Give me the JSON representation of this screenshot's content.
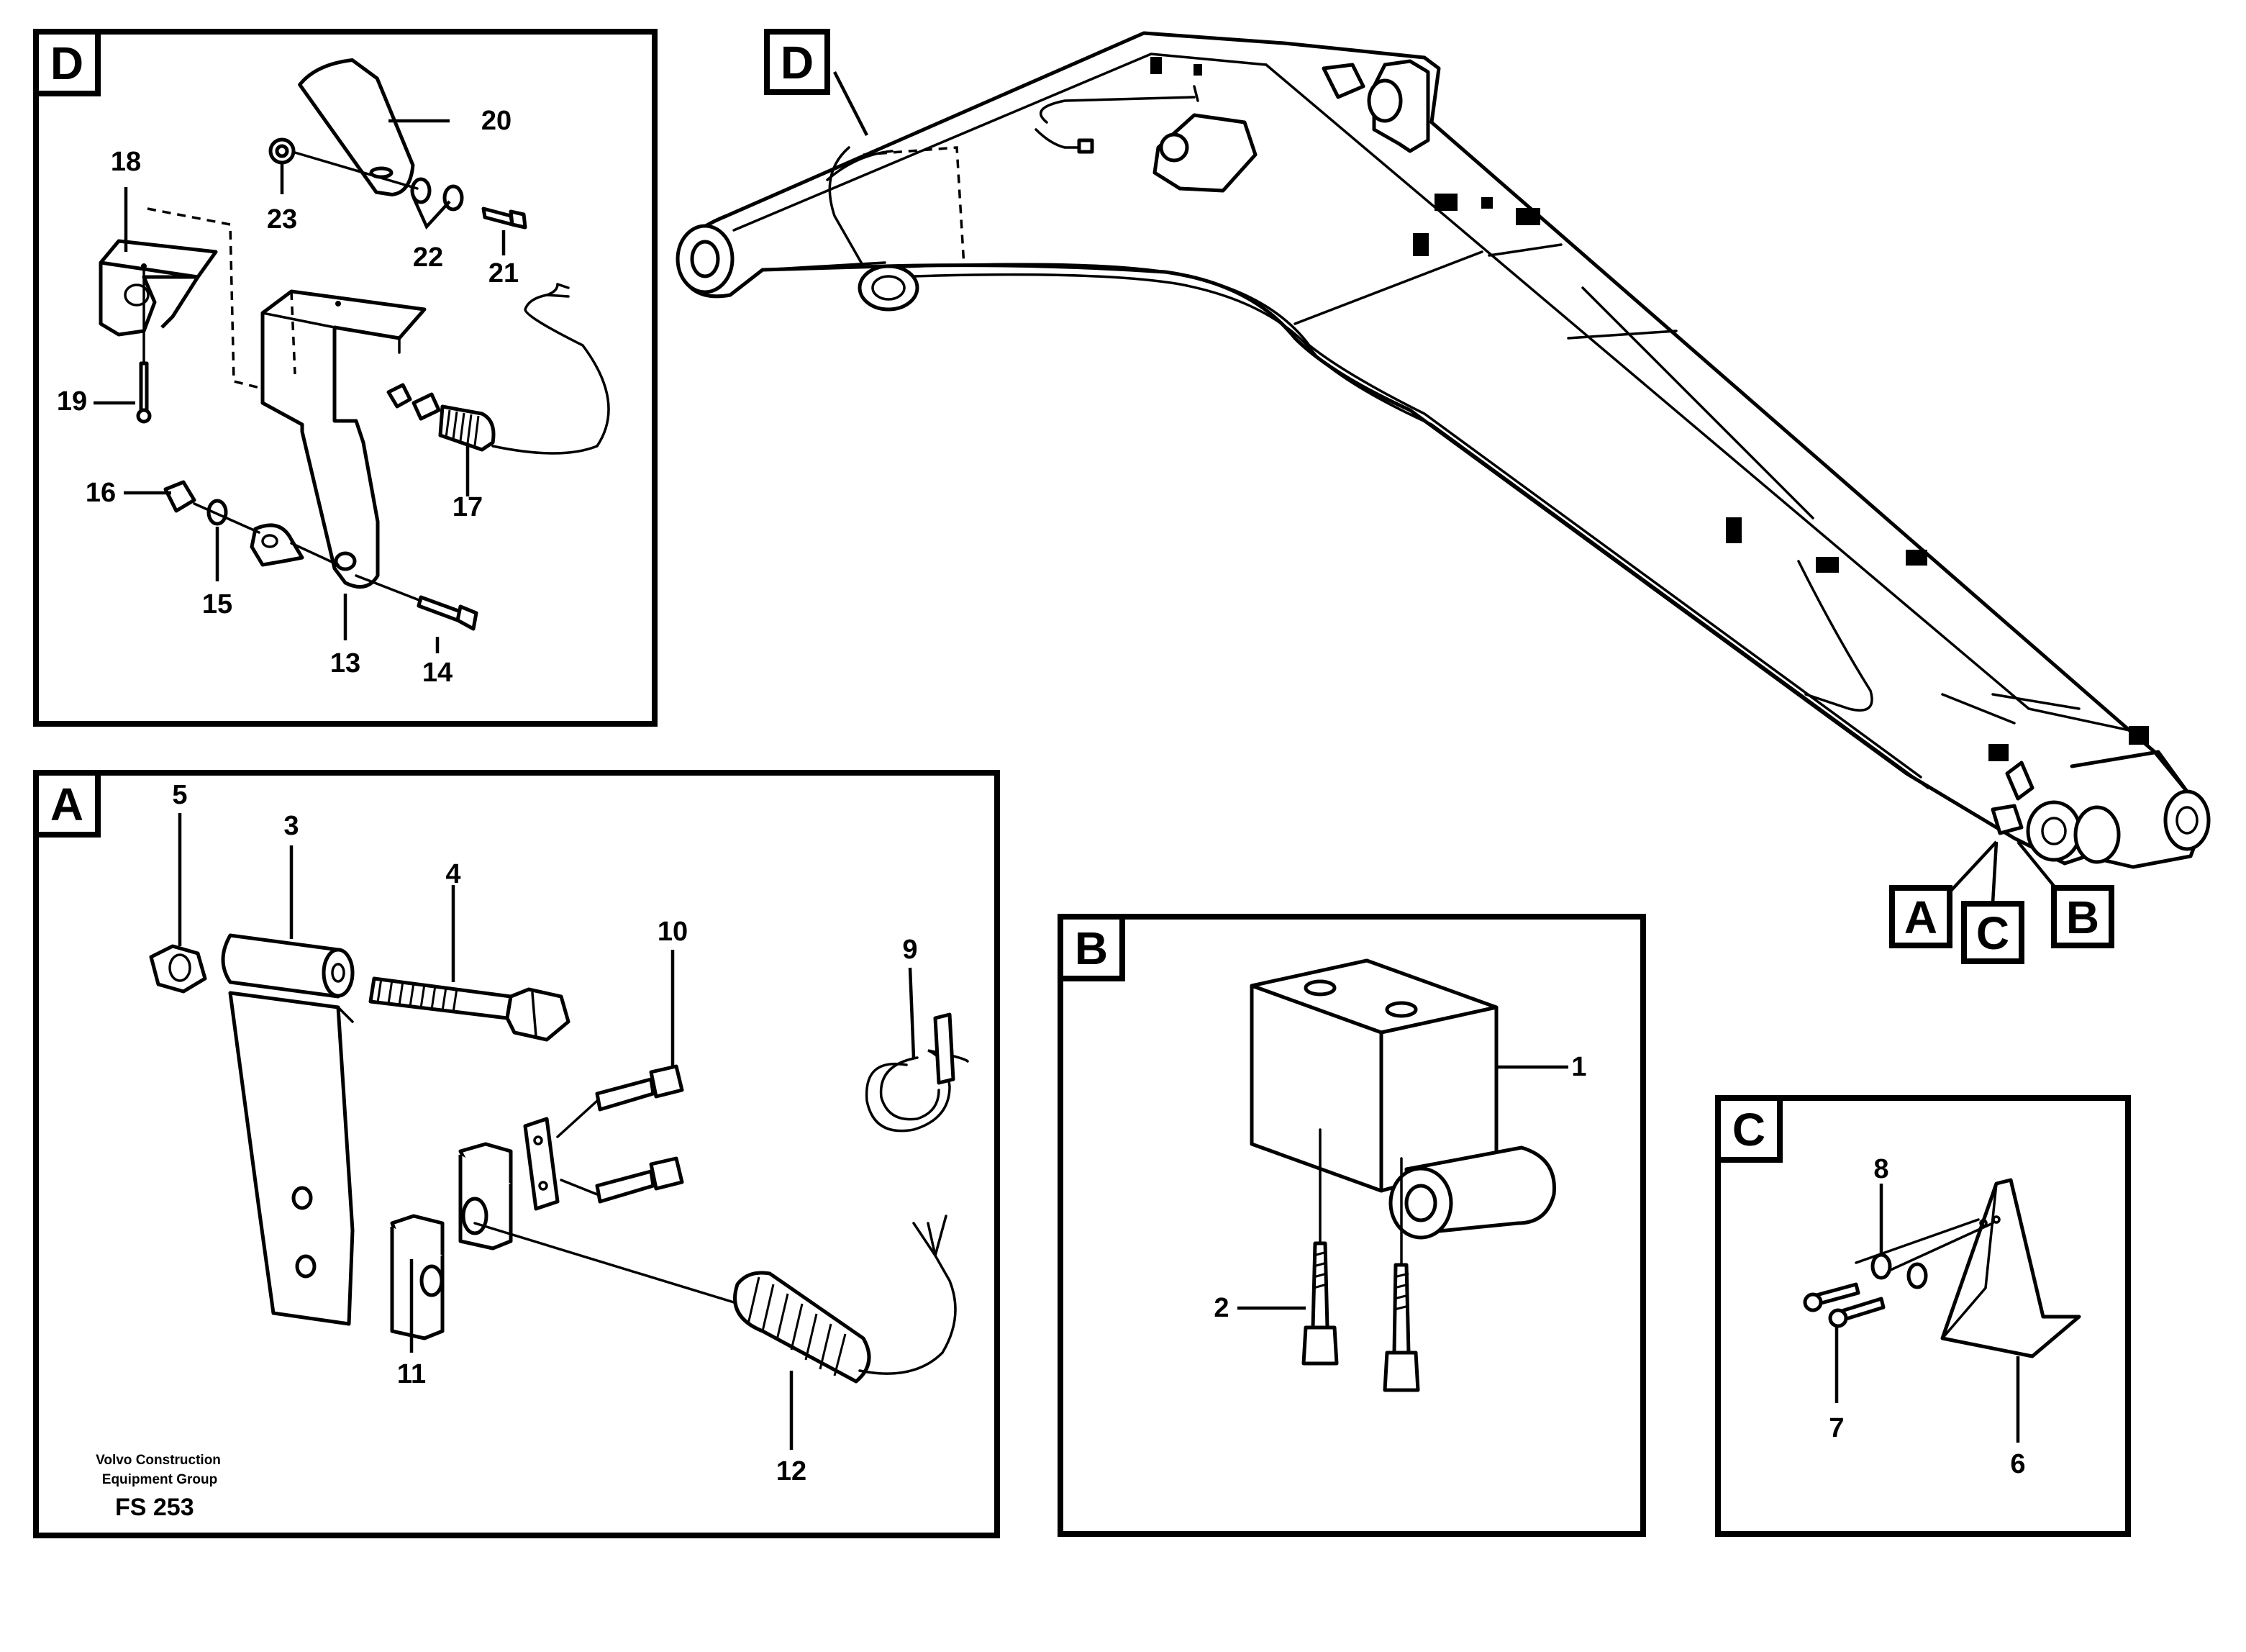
{
  "tags": {
    "d_inset": "D",
    "a_inset": "A",
    "b_inset": "B",
    "c_inset": "C",
    "boom_d": "D",
    "boom_a": "A",
    "boom_c": "C",
    "boom_b": "B"
  },
  "parts": {
    "p1": "1",
    "p2": "2",
    "p3": "3",
    "p4": "4",
    "p5": "5",
    "p6": "6",
    "p7": "7",
    "p8": "8",
    "p9": "9",
    "p10": "10",
    "p11": "11",
    "p12": "12",
    "p13": "13",
    "p14": "14",
    "p15": "15",
    "p16": "16",
    "p17": "17",
    "p18": "18",
    "p19": "19",
    "p20": "20",
    "p21": "21",
    "p22": "22",
    "p23": "23"
  },
  "footer": {
    "line1": "Volvo Construction",
    "line2": "Equipment Group",
    "code": "FS 253"
  }
}
